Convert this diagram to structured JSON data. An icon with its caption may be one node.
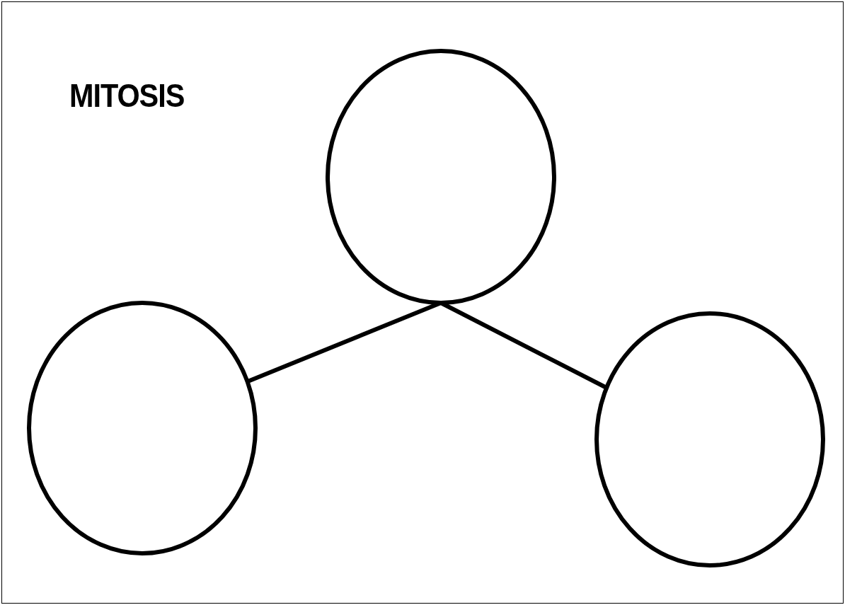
{
  "diagram": {
    "title": "MITOSIS",
    "nodes": [
      {
        "text": [],
        "shape": "circle"
      },
      {
        "text": [],
        "shape": "circle"
      },
      {
        "text": [],
        "shape": "circle"
      }
    ],
    "edges": [
      {
        "from": 0,
        "to": 1,
        "arrow": "none"
      },
      {
        "from": 0,
        "to": 2,
        "arrow": "none"
      }
    ]
  }
}
